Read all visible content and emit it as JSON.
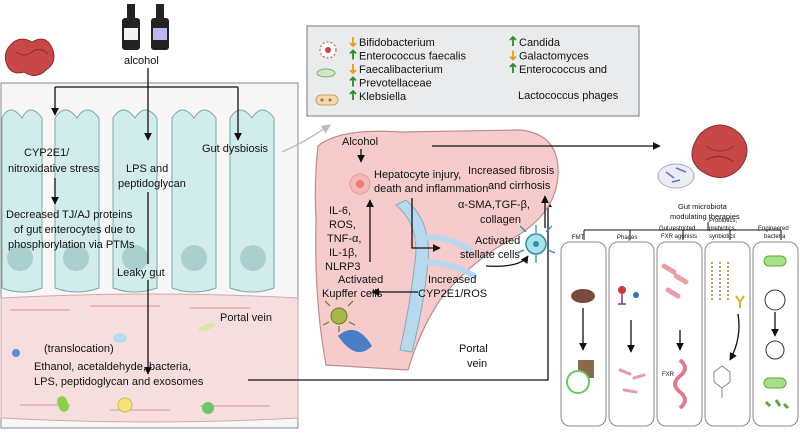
{
  "gut": {
    "alcohol_label": "alcohol",
    "cyp_line1": "CYP2E1/",
    "cyp_line2": "nitroxidative stress",
    "tj_line1": "Decreased TJ/AJ proteins",
    "tj_line2": "of gut enterocytes due to",
    "tj_line3": "phosphorylation via PTMs",
    "lps_line1": "LPS and",
    "lps_line2": "peptidoglycan",
    "dysbiosis_label": "Gut dysbiosis",
    "leaky_gut_label": "Leaky gut",
    "portal_vein_label": "Portal vein",
    "translocation_label": "(translocation)",
    "ethanol_line1": "Ethanol, acetaldehyde, bacteria,",
    "ethanol_line2": "LPS, peptidoglycan and exosomes"
  },
  "microbes": {
    "items": [
      {
        "name": "Bifidobacterium",
        "direction": "down"
      },
      {
        "name": "Enterococcus faecalis",
        "direction": "up"
      },
      {
        "name": "Faecalibacterium",
        "direction": "down"
      },
      {
        "name": "Prevotellaceae",
        "direction": "up"
      },
      {
        "name": "Klebsiella",
        "direction": "up"
      },
      {
        "name": "Candida",
        "direction": "up"
      },
      {
        "name": "Galactomyces",
        "direction": "down"
      },
      {
        "name": "Enterococcus and",
        "direction": "up"
      }
    ],
    "phages_line2": "Lactococcus phages",
    "up_color": "#2e8b2e",
    "down_color": "#e89a1c"
  },
  "liver": {
    "alcohol_label": "Alcohol",
    "hep_line1": "Hepatocyte injury,",
    "hep_line2": "death and inflammation",
    "fib_line1": "Increased fibrosis",
    "fib_line2": "and cirrhosis",
    "cyto_lines": [
      "IL-6,",
      "ROS,",
      "TNF-α,",
      "IL-1β,",
      "NLRP3"
    ],
    "sma_line1": "α-SMA,TGF-β,",
    "sma_line2": "collagen",
    "stellate_line1": "Activated",
    "stellate_line2": "stellate cells",
    "kupffer_line1": "Activated",
    "kupffer_line2": "Kupffer cells",
    "cyp_line1": "Increased",
    "cyp_line2": "CYP2E1/ROS",
    "portal_line1": "Portal",
    "portal_line2": "vein"
  },
  "therapies": {
    "title_line1": "Gut microbiota",
    "title_line2": "modulating therapies",
    "fmt": "FMT",
    "phages": "Phages",
    "fxr_line1": "Gut-restricted",
    "fxr_line2": "FXR agonists",
    "fxr_tag": "FXR",
    "pro_line1": "Probiotics,",
    "pro_line2": "prebiotics,",
    "pro_line3": "synbiotics",
    "eng_line1": "Engineered",
    "eng_line2": "bacteria"
  },
  "colors": {
    "liver_fill": "#f5cccb",
    "gut_cell_fill": "#d2ecec",
    "vessel_fill": "#f7dede",
    "legend_fill": "#eaebed"
  }
}
